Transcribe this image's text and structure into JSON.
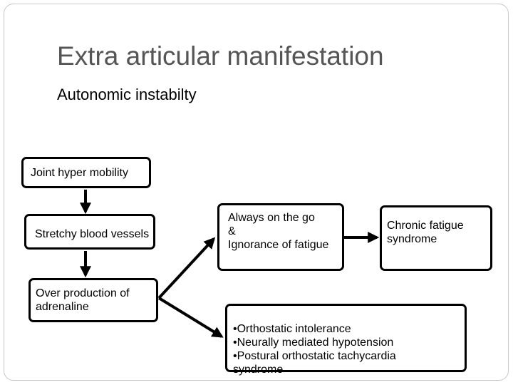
{
  "title": "Extra articular manifestation",
  "subtitle": "Autonomic instabilty",
  "nodes": {
    "joint": [
      "Joint hyper mobility"
    ],
    "stretchy": [
      "Stretchy blood vessels"
    ],
    "over": [
      "Over production of",
      "adrenaline"
    ],
    "always": [
      "Always on the go",
      "&",
      "Ignorance of fatigue"
    ],
    "chronic": [
      "Chronic fatigue",
      "syndrome"
    ],
    "ortho": [
      "•Orthostatic  intolerance",
      "•Neurally mediated hypotension",
      "•Postural orthostatic tachycardia",
      "syndrome"
    ]
  }
}
